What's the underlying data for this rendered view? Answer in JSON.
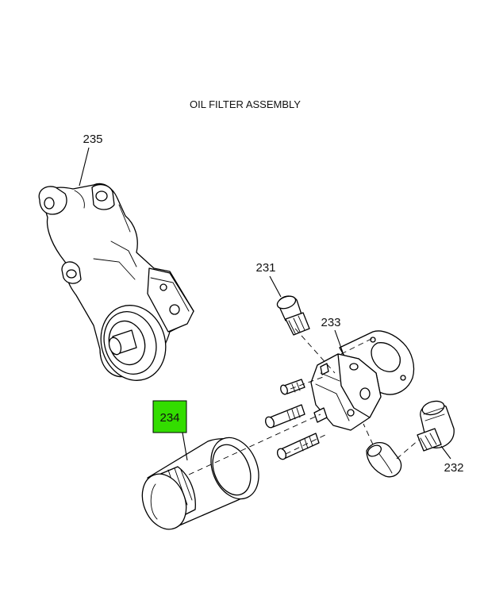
{
  "title": "OIL FILTER ASSEMBLY",
  "callouts": {
    "c231": "231",
    "c232": "232",
    "c233": "233",
    "c234": "234",
    "c235": "235"
  },
  "colors": {
    "highlight": "#33dd00",
    "line": "#000000",
    "background": "#ffffff"
  }
}
